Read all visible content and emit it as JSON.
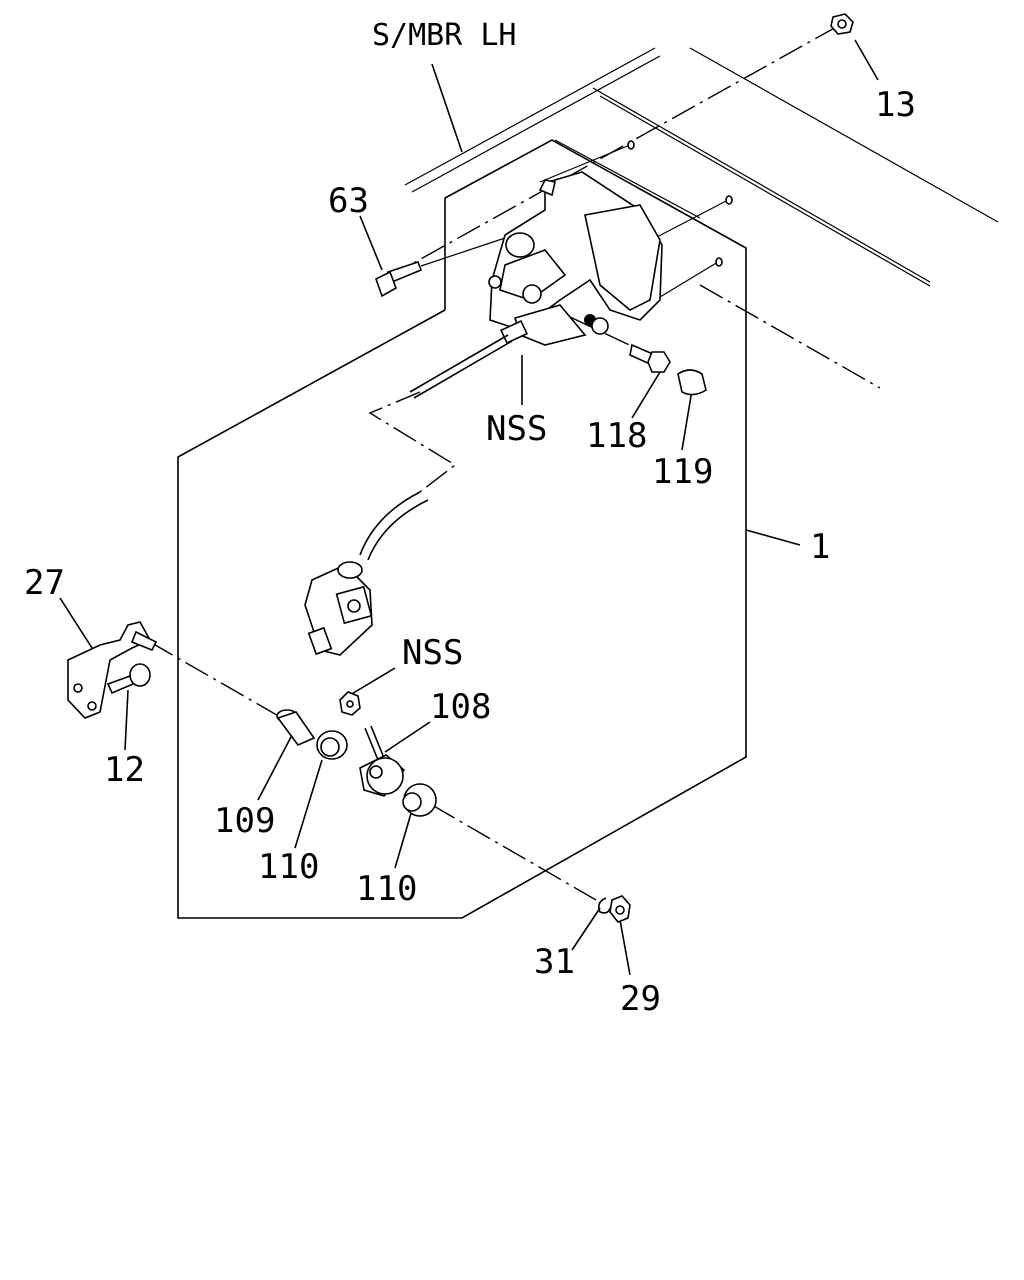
{
  "diagram": {
    "header_label": "S/MBR LH",
    "callouts": {
      "c13": "13",
      "c63": "63",
      "c_nss_top": "NSS",
      "c118": "118",
      "c119": "119",
      "c1": "1",
      "c27": "27",
      "c12": "12",
      "c_nss_mid": "NSS",
      "c108": "108",
      "c109": "109",
      "c110_a": "110",
      "c110_b": "110",
      "c31": "31",
      "c29": "29"
    }
  }
}
